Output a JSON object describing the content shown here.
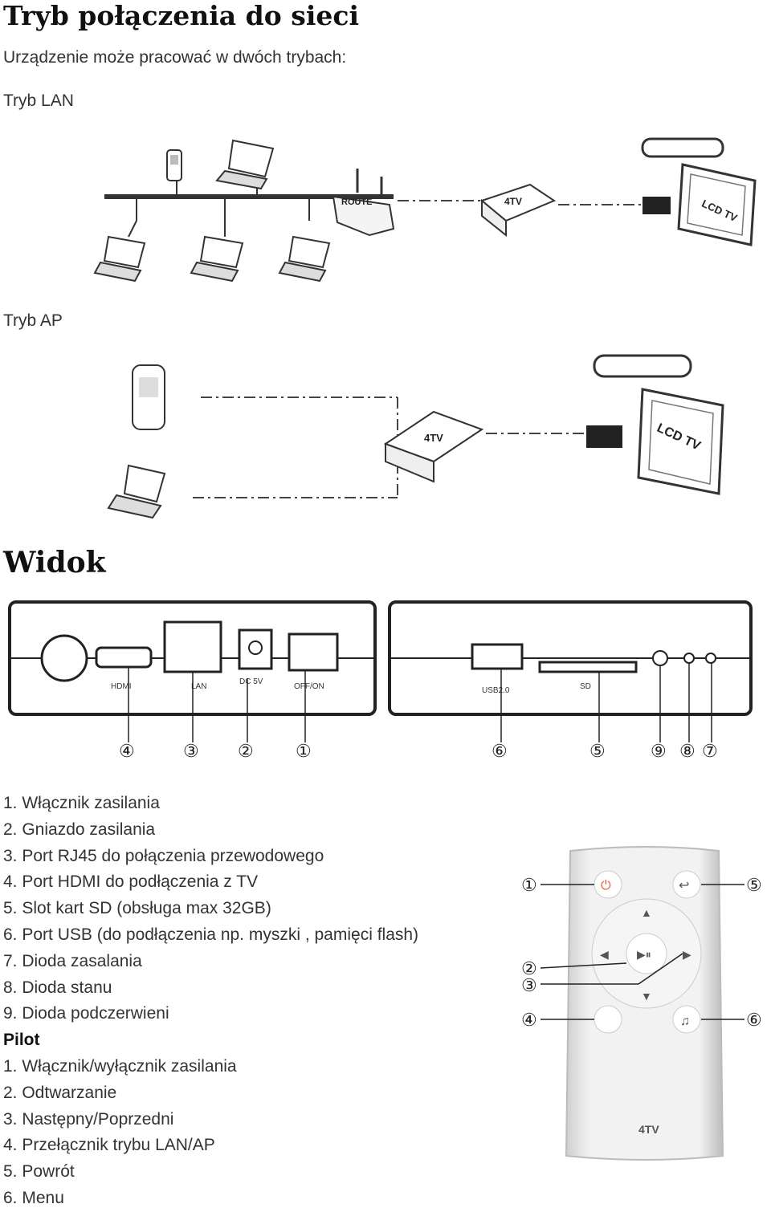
{
  "title": "Tryb połączenia do sieci",
  "intro": "Urządzenie może pracować w dwóch trybach:",
  "mode_lan": "Tryb LAN",
  "mode_ap": "Tryb AP",
  "lan_diagram": {
    "router_label": "ROUTE",
    "box_label": "4TV",
    "tv_label": "LCD TV"
  },
  "ap_diagram": {
    "box_label": "4TV",
    "tv_label": "LCD TV"
  },
  "view_heading": "Widok",
  "device_labels": {
    "hdmi": "HDMI",
    "lan": "LAN",
    "dc": "DC 5V",
    "offon": "OFF/ON",
    "usb": "USB2.0",
    "sd": "SD"
  },
  "callouts_left": [
    "④",
    "③",
    "②",
    "①"
  ],
  "callouts_right": [
    "⑥",
    "⑤",
    "⑨",
    "⑧",
    "⑦"
  ],
  "device_items": [
    "1.  Włącznik zasilania",
    "2.  Gniazdo zasilania",
    "3.  Port RJ45 do połączenia przewodowego",
    "4.  Port HDMI do podłączenia z TV",
    "5.  Slot kart SD (obsługa max 32GB)",
    "6.  Port USB (do podłączenia np. myszki , pamięci flash)",
    "7.  Dioda zasalania",
    "8.  Dioda stanu",
    "9.  Dioda podczerwieni"
  ],
  "remote_heading": "Pilot",
  "remote_items": [
    "1.  Włącznik/wyłącznik zasilania",
    "2.  Odtwarzanie",
    "3.  Następny/Poprzedni",
    "4.  Przełącznik trybu LAN/AP",
    "5.  Powrót",
    "6.  Menu"
  ],
  "remote_brand": "4TV",
  "remote_callouts": [
    "①",
    "⑤",
    "②",
    "③",
    "④",
    "⑥"
  ]
}
